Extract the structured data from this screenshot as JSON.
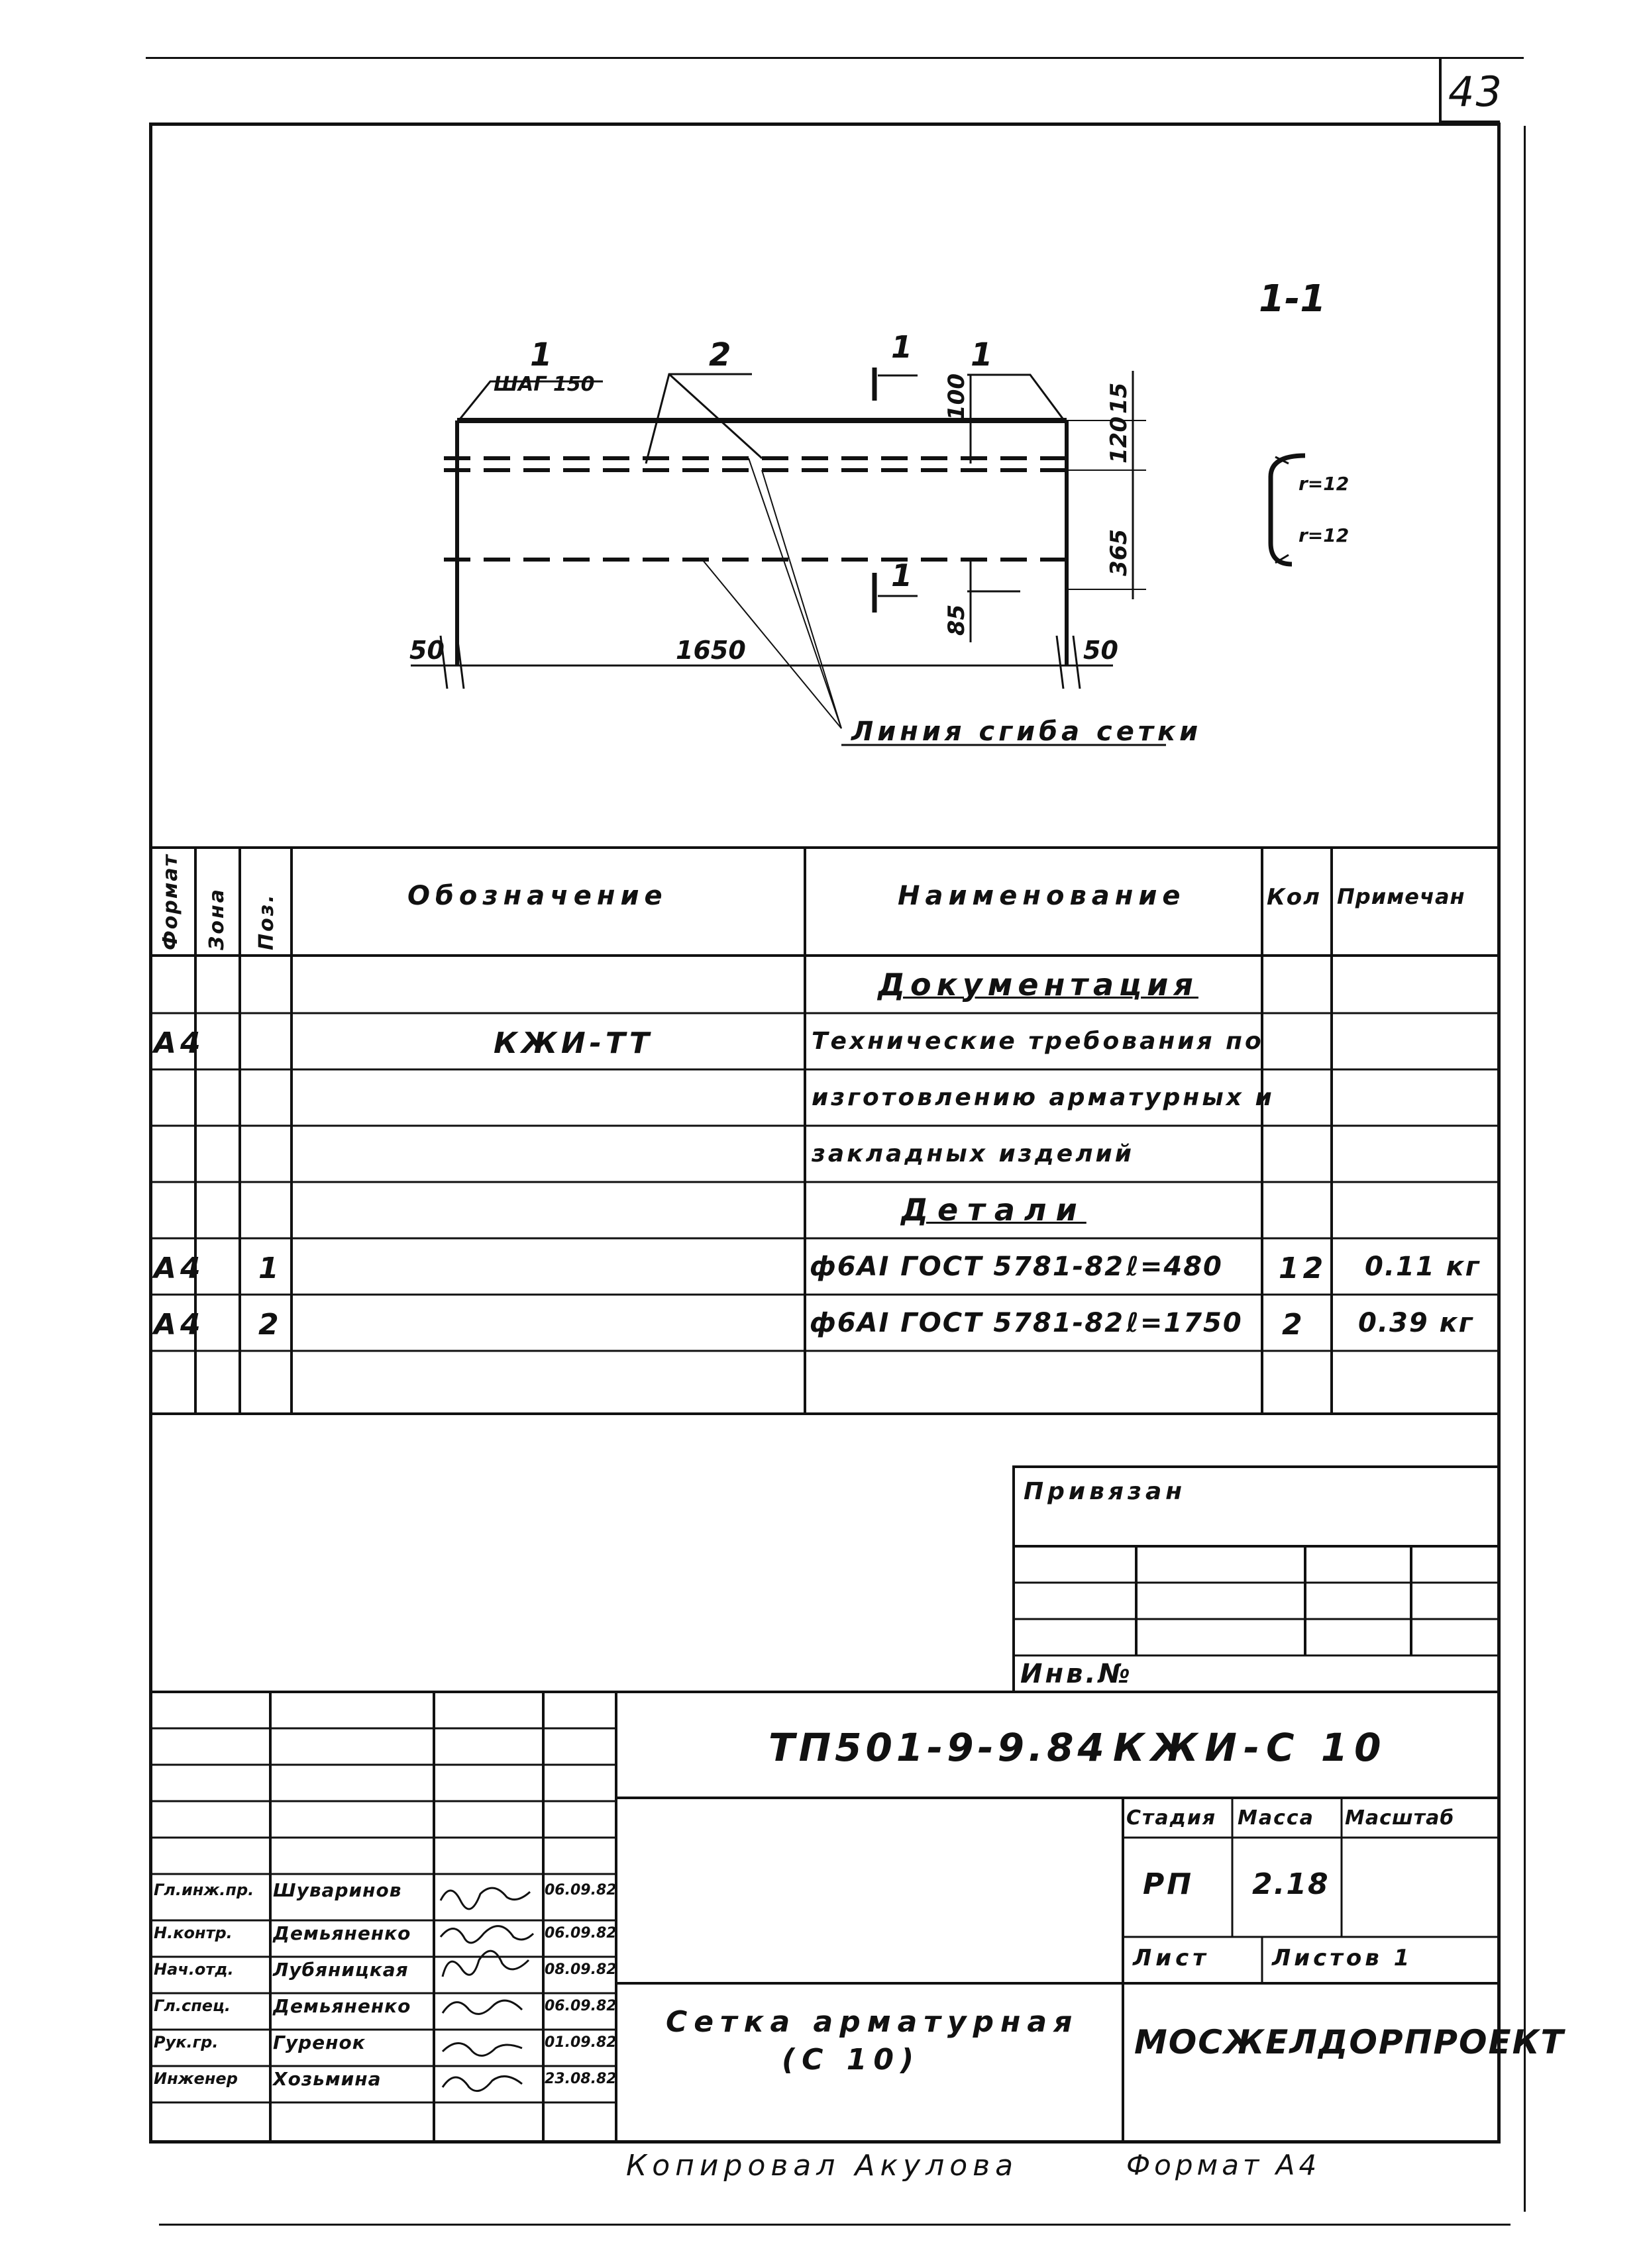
{
  "page_number": "43",
  "drawing": {
    "section_label": "1-1",
    "callout_pos1": "1",
    "callout_pos1_note": "ШАГ 150",
    "callout_pos2": "2",
    "callout_pos1_right": "1",
    "cut_label_top": "1",
    "cut_label_bottom": "1",
    "dim_top_100": "100",
    "dim_15": "15",
    "dim_120": "120",
    "dim_365": "365",
    "dim_85": "85",
    "dim_left_50": "50",
    "dim_1650": "1650",
    "dim_right_50": "50",
    "bend_line_label": "Линия сгиба сетки",
    "radius_1": "r=12",
    "radius_2": "r=12"
  },
  "spec": {
    "headers": {
      "format": "Формат",
      "zone": "Зона",
      "pos": "Поз.",
      "designation": "Обозначение",
      "name": "Наименование",
      "qty": "Кол",
      "note": "Примечан"
    },
    "section_docs": "Документация",
    "doc_row": {
      "format": "А4",
      "designation": "КЖИ-ТТ",
      "name_lines": [
        "Технические требования по",
        "изготовлению арматурных и",
        "закладных изделий"
      ]
    },
    "section_parts": "Детали",
    "rows": [
      {
        "format": "А4",
        "pos": "1",
        "name": "ф6АI ГОСТ 5781-82",
        "length": "ℓ=480",
        "qty": "12",
        "note": "0.11 кг"
      },
      {
        "format": "А4",
        "pos": "2",
        "name": "ф6АI ГОСТ 5781-82",
        "length": "ℓ=1750",
        "qty": "2",
        "note": "0.39 кг"
      }
    ]
  },
  "attach": {
    "title": "Привязан",
    "inv": "Инв.№"
  },
  "title_block": {
    "code": "ТП501-9-9.84",
    "mark": "КЖИ-С 10",
    "stage_h": "Стадия",
    "mass_h": "Масса",
    "scale_h": "Масштаб",
    "stage": "РП",
    "mass": "2.18",
    "sheet_h": "Лист",
    "sheets_h": "Листов 1",
    "title_line1": "Сетка арматурная",
    "title_line2": "(С 10)",
    "org": "МОСЖЕЛДОРПРОЕКТ",
    "signers": [
      {
        "role": "Гл.инж.пр.",
        "name": "Шуваринов",
        "date": "06.09.82"
      },
      {
        "role": "Н.контр.",
        "name": "Демьяненко",
        "date": "06.09.82"
      },
      {
        "role": "Нач.отд.",
        "name": "Лубяницкая",
        "date": "08.09.82"
      },
      {
        "role": "Гл.спец.",
        "name": "Демьяненко",
        "date": "06.09.82"
      },
      {
        "role": "Рук.гр.",
        "name": "Гуренок",
        "date": "01.09.82"
      },
      {
        "role": "Инженер",
        "name": "Хозьмина",
        "date": "23.08.82"
      }
    ]
  },
  "footer": {
    "copied": "Копировал Акулова",
    "format": "Формат А4"
  }
}
